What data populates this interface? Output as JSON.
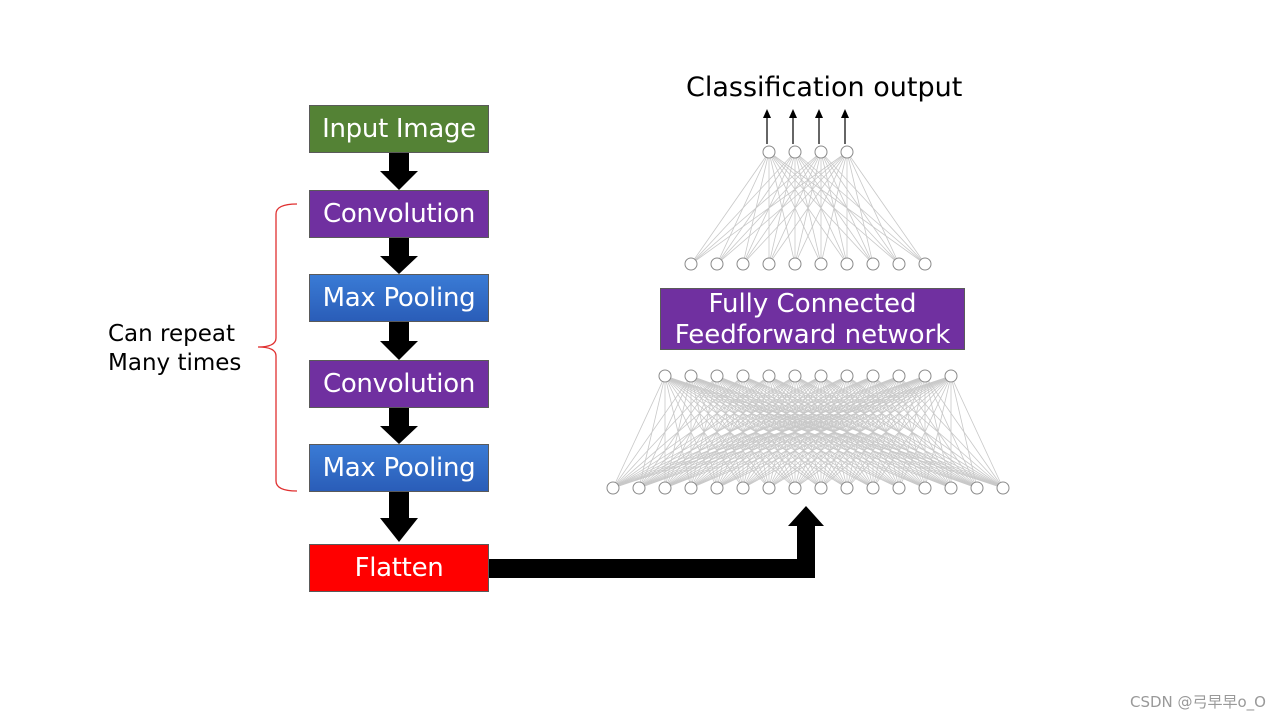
{
  "pipeline": {
    "input_image": {
      "label": "Input Image",
      "color": "#548235"
    },
    "conv1": {
      "label": "Convolution",
      "color": "#7030A0"
    },
    "pool1": {
      "label": "Max Pooling",
      "color": "#2F6BD0"
    },
    "conv2": {
      "label": "Convolution",
      "color": "#7030A0"
    },
    "pool2": {
      "label": "Max Pooling",
      "color": "#2F6BD0"
    },
    "flatten": {
      "label": "Flatten",
      "color": "#FF0000"
    }
  },
  "repeat_note": {
    "line1": "Can repeat",
    "line2": "Many times",
    "brace_color": "#E03030"
  },
  "network": {
    "box_line1": "Fully Connected",
    "box_line2": "Feedforward network",
    "box_color": "#7030A0",
    "output_label": "Classification output",
    "layer_sizes": [
      4,
      10,
      12,
      16
    ],
    "output_arrows": 4
  },
  "watermark": "CSDN @弓早早o_O"
}
